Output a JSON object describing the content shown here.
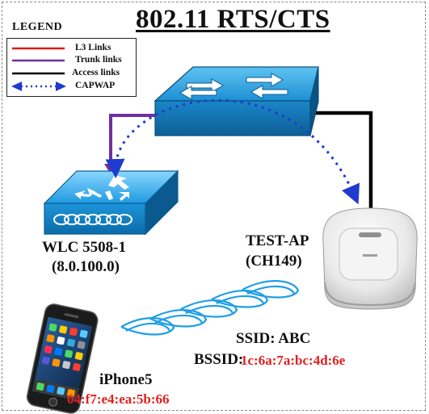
{
  "title": "802.11 RTS/CTS",
  "legend": {
    "heading": "LEGEND",
    "items": [
      {
        "label": "L3 Links",
        "color": "#e01818",
        "style": "solid"
      },
      {
        "label": "Trunk links",
        "color": "#7030a0",
        "style": "solid"
      },
      {
        "label": "Access links",
        "color": "#000000",
        "style": "solid"
      },
      {
        "label": "CAPWAP",
        "color": "#1f3bd0",
        "style": "dotted-arrow"
      }
    ]
  },
  "devices": {
    "switch": {
      "icon": "layer2-switch-icon"
    },
    "wlc": {
      "icon": "wlan-controller-icon",
      "name": "WLC 5508-1",
      "version": "(8.0.100.0)"
    },
    "ap": {
      "icon": "access-point-icon",
      "name": "TEST-AP",
      "channel": "(CH149)"
    },
    "phone": {
      "icon": "smartphone-icon",
      "name": "iPhone5",
      "mac": "04:f7:e4:ea:5b:66"
    }
  },
  "wireless": {
    "icon": "radio-waves-icon",
    "ssid": "SSID: ABC",
    "bssid_label": "BSSID:",
    "bssid_value": "1c:6a:7a:bc:4d:6e"
  },
  "colors": {
    "device_blue": "#1c8fd2",
    "device_blue_dark": "#0d5f96",
    "mac_red": "#e02020"
  }
}
